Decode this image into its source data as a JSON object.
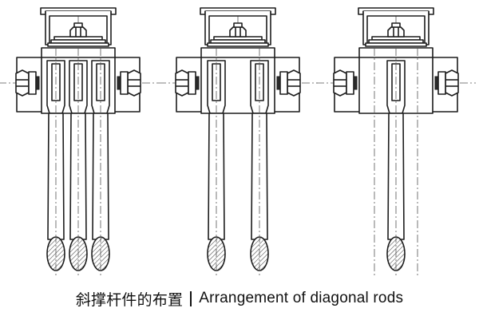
{
  "figure": {
    "caption_zh": "斜撑杆件的布置",
    "caption_en": "Arrangement of diagonal rods",
    "panels": [
      {
        "rods": 3
      },
      {
        "rods": 2
      },
      {
        "rods": 1
      }
    ]
  }
}
